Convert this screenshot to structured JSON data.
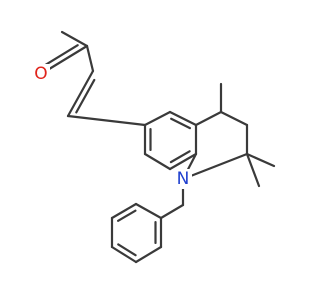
{
  "structure": {
    "colors": {
      "bond": "#3a3a3a",
      "oxygen": "#e0241b",
      "nitrogen": "#1f3fcf",
      "background": "#ffffff"
    },
    "atom_labels": [
      {
        "id": "O",
        "text": "O",
        "element": "oxygen"
      },
      {
        "id": "N",
        "text": "N",
        "element": "nitrogen"
      }
    ]
  }
}
